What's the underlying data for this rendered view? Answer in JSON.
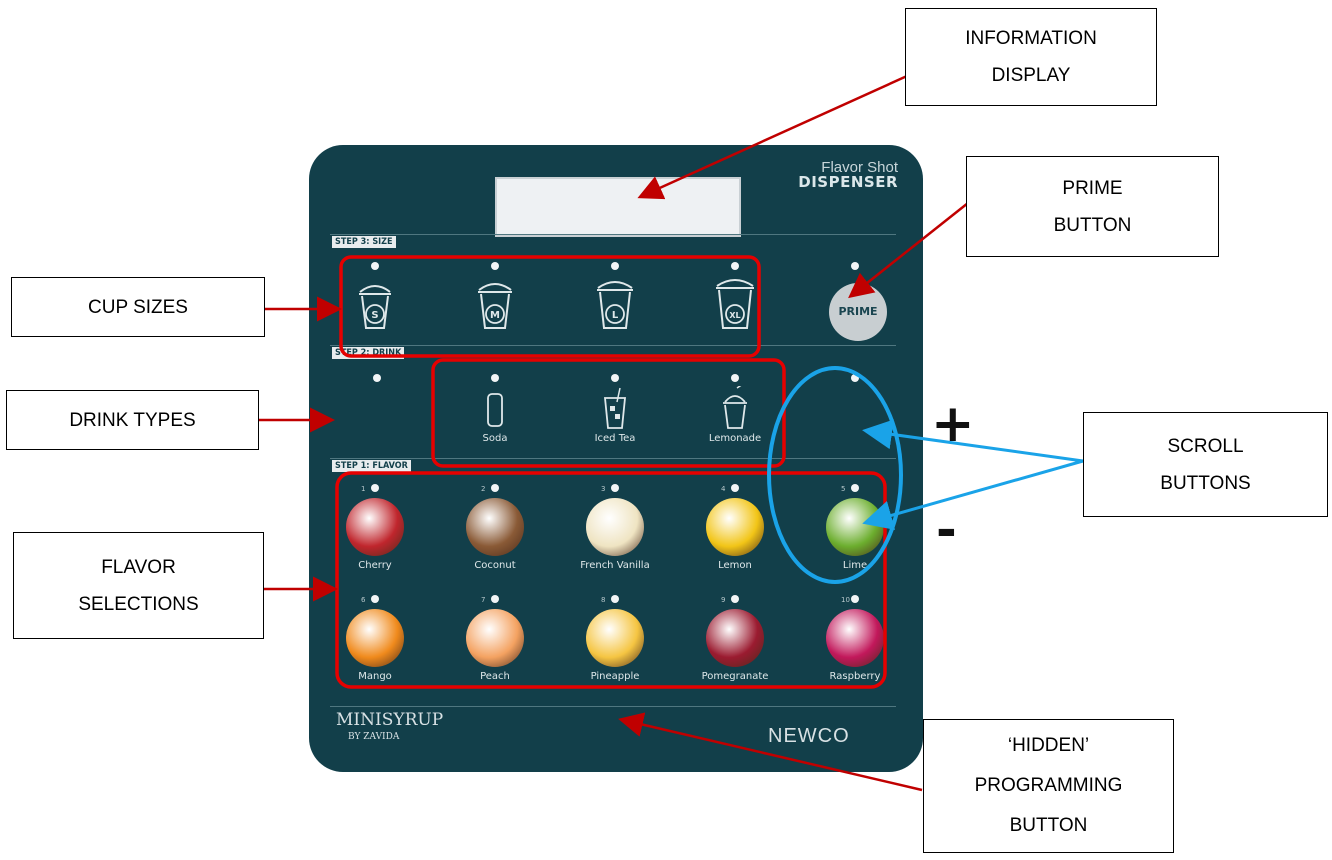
{
  "panel": {
    "brand_top": "Flavor Shot",
    "brand_bottom": "DISPENSER",
    "prime_label": "PRIME",
    "logo_left_main": "MINISYRUP",
    "logo_left_sub": "BY ZAVIDA",
    "logo_right": "NEWCO"
  },
  "steps": {
    "size": "STEP 3: SIZE",
    "drink": "STEP 2: DRINK",
    "flavor": "STEP 1: FLAVOR"
  },
  "cup_sizes": [
    "S",
    "M",
    "L",
    "XL"
  ],
  "drinks": [
    "Soda",
    "Iced Tea",
    "Lemonade"
  ],
  "flavors": [
    {
      "num": "1",
      "name": "Cherry",
      "color": "#c0262d"
    },
    {
      "num": "2",
      "name": "Coconut",
      "color": "#8a5a36"
    },
    {
      "num": "3",
      "name": "French Vanilla",
      "color": "#efe4c2"
    },
    {
      "num": "4",
      "name": "Lemon",
      "color": "#f2c517"
    },
    {
      "num": "5",
      "name": "Lime",
      "color": "#6cae2e"
    },
    {
      "num": "6",
      "name": "Mango",
      "color": "#f08a1c"
    },
    {
      "num": "7",
      "name": "Peach",
      "color": "#f4a261"
    },
    {
      "num": "8",
      "name": "Pineapple",
      "color": "#f5c542"
    },
    {
      "num": "9",
      "name": "Pomegranate",
      "color": "#9b1b30"
    },
    {
      "num": "10",
      "name": "Raspberry",
      "color": "#c2185b"
    }
  ],
  "callouts": {
    "information_display": [
      "INFORMATION",
      "DISPLAY"
    ],
    "prime_button": [
      "PRIME",
      "BUTTON"
    ],
    "cup_sizes": [
      "CUP SIZES"
    ],
    "drink_types": [
      "DRINK TYPES"
    ],
    "scroll_buttons": [
      "SCROLL",
      "BUTTONS"
    ],
    "flavor_selections": [
      "FLAVOR",
      "SELECTIONS"
    ],
    "hidden_programming": [
      "‘HIDDEN’",
      "PROGRAMMING",
      "BUTTON"
    ]
  },
  "scroll_symbols": {
    "plus": "+",
    "minus": "-"
  },
  "colors": {
    "panel": "#123f4a",
    "highlight_red": "#e60000",
    "arrow_red": "#c00000",
    "highlight_blue": "#1aa3e8"
  }
}
